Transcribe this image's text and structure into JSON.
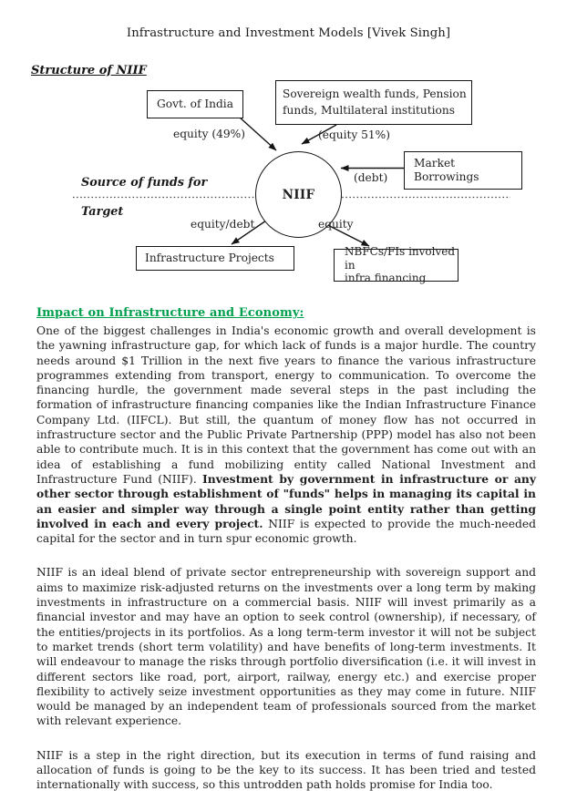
{
  "doc": {
    "title": "Infrastructure and Investment Models [Vivek Singh]"
  },
  "diagram": {
    "heading": "Structure of NIIF",
    "nodes": {
      "govt": "Govt. of India",
      "sovereign": "Sovereign wealth funds, Pension\nfunds, Multilateral institutions",
      "market": "Market\nBorrowings",
      "infra": "Infrastructure Projects",
      "nbfc": "NBFCs/FIs involved in\ninfra financing",
      "center": "NIIF"
    },
    "edge_labels": {
      "equity49": "equity (49%)",
      "equity51": "(equity 51%)",
      "debt": "(debt)",
      "equity_debt": "equity/debt",
      "equity": "equity"
    },
    "side_labels": {
      "source": "Source of funds for",
      "target": "Target"
    }
  },
  "article": {
    "heading": "Impact on Infrastructure and Economy:",
    "para1_a": "One of the biggest challenges in India's economic growth and overall development is the yawning infrastructure gap, for which lack of funds is a major hurdle. The country needs around $1 Trillion in the next five years to finance the various infrastructure programmes extending from transport, energy to communication. To overcome the financing hurdle, the government made several steps in the past including the formation of infrastructure financing companies like the Indian Infrastructure Finance Company Ltd. (IIFCL). But still, the quantum of money flow has not occurred in infrastructure sector and the Public Private Partnership (PPP) model has also not been able to contribute much. It is in this context that the government has come out with an idea of establishing a fund mobilizing entity called National Investment and Infrastructure Fund (NIIF). ",
    "para1_bold": "Investment by government in infrastructure or any other sector through establishment of \"funds\" helps in managing its capital in an easier and simpler way through a single point entity rather than getting involved in each and every project.",
    "para1_c": " NIIF is expected to provide the much-needed capital for the sector and in turn spur economic growth.",
    "para2": "NIIF is an ideal blend of private sector entrepreneurship with sovereign support and aims to maximize risk-adjusted returns on the investments over a long term by making investments in infrastructure on a commercial basis. NIIF will invest primarily as a financial investor and may have an option to seek control (ownership), if necessary, of the entities/projects in its portfolios. As a long term-term investor it will not be subject to market trends (short term volatility) and have benefits of long-term investments. It will endeavour to manage the risks through portfolio diversification (i.e. it will invest in different sectors like road, port, airport, railway, energy etc.) and exercise proper flexibility to actively seize investment opportunities as they may come in future. NIIF would be managed by an independent team of professionals sourced from the market with relevant experience.",
    "para3": "NIIF is a step in the right direction, but its execution in terms of fund raising and allocation of funds is going to be the key to its success. It has been tried and tested internationally with success, so this untrodden path holds promise for India too."
  },
  "colors": {
    "accent_green": "#00A04E",
    "text": "#1f1f1f",
    "border": "#141414"
  }
}
